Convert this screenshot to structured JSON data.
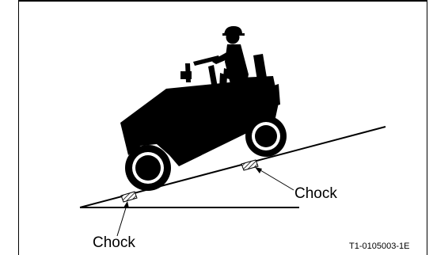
{
  "labels": {
    "chock_front": "Chock",
    "chock_rear": "Chock"
  },
  "figure_code": "T1-0105003-1E",
  "colors": {
    "ink": "#000000",
    "background": "#ffffff"
  },
  "icons": {
    "vehicle": "utility-vehicle-with-operator",
    "chock": "wheel-chock-hatched"
  }
}
